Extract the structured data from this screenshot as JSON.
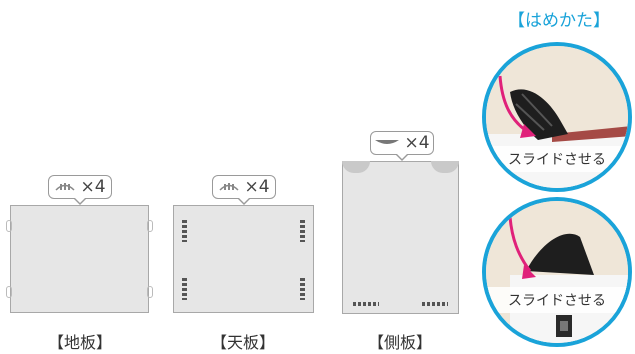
{
  "header": {
    "title": "【はめかた】"
  },
  "colors": {
    "accent_blue": "#1aa3d9",
    "arrow_pink": "#e0217a",
    "board": "#e6e6e6"
  },
  "panels": [
    {
      "caption": "【地板】",
      "count": "×4",
      "icon": "clip-icon"
    },
    {
      "caption": "【天板】",
      "count": "×4",
      "icon": "clip-icon"
    },
    {
      "caption": "【側板】",
      "count": "×4",
      "icon": "slide-tab-icon"
    }
  ],
  "howto": [
    {
      "label": "スライドさせる"
    },
    {
      "label": "スライドさせる"
    }
  ]
}
